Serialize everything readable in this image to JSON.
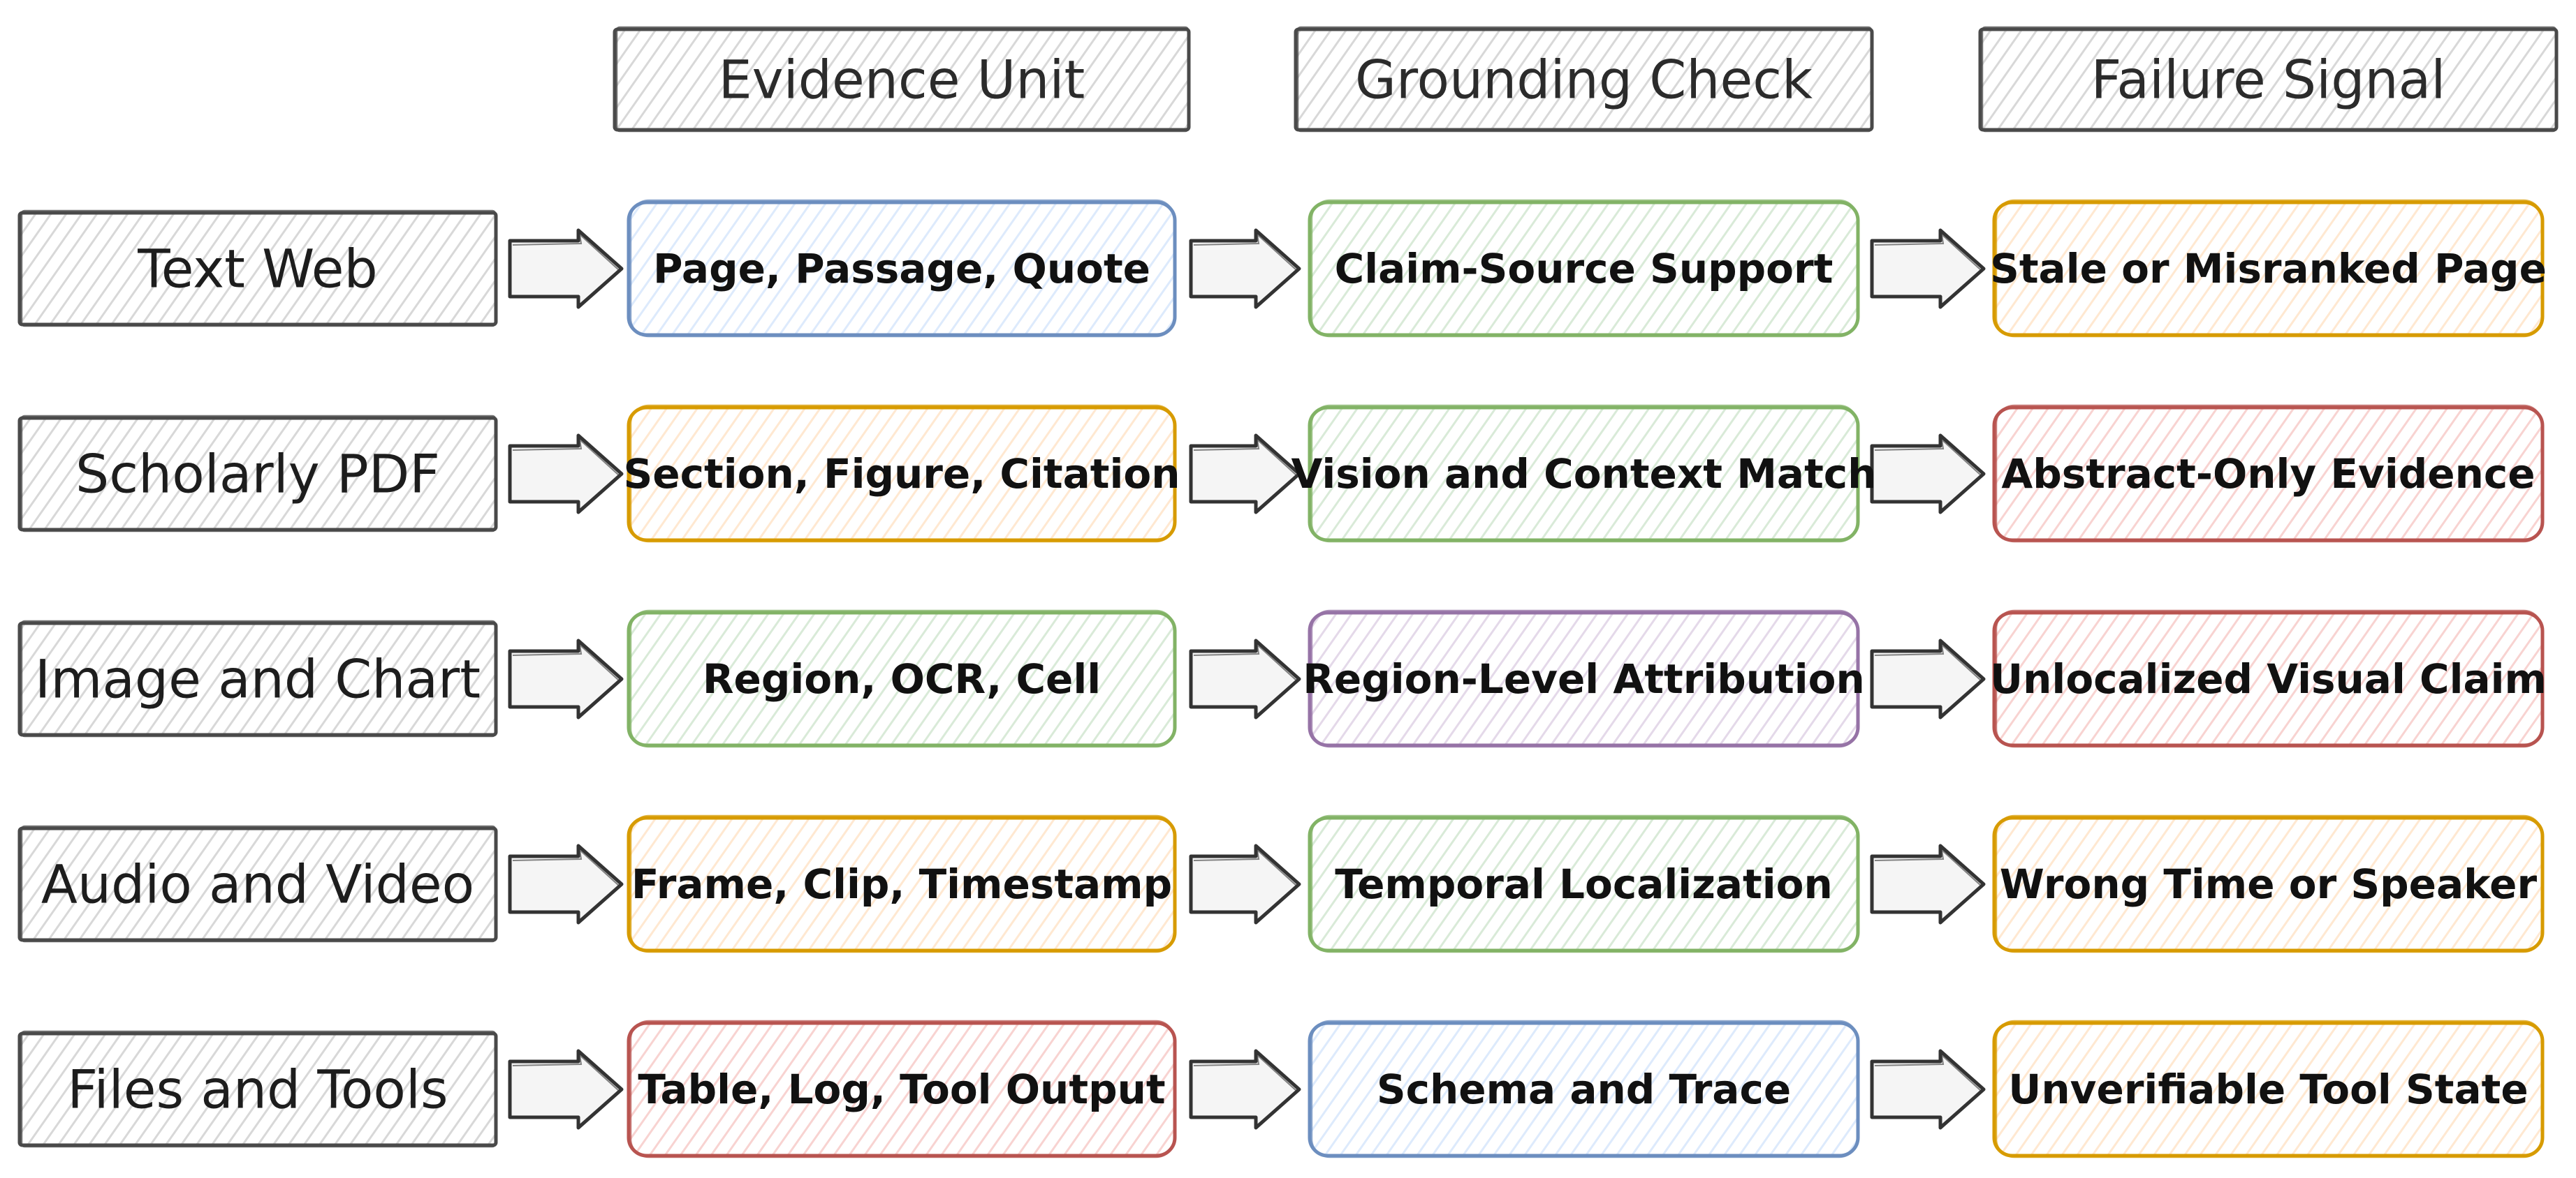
{
  "headers": [
    "Evidence Unit",
    "Grounding Check",
    "Failure Signal"
  ],
  "rows": [
    {
      "source": "Text Web",
      "evidence": {
        "label": "Page, Passage, Quote",
        "color": "#6c8ebf",
        "fill": "#dae8fc"
      },
      "check": {
        "label": "Claim-Source Support",
        "color": "#82b366",
        "fill": "#d5e8d4"
      },
      "failure": {
        "label": "Stale or Misranked Page",
        "color": "#d79b00",
        "fill": "#ffe6cc"
      }
    },
    {
      "source": "Scholarly PDF",
      "evidence": {
        "label": "Section, Figure, Citation",
        "color": "#d79b00",
        "fill": "#ffe6cc"
      },
      "check": {
        "label": "Vision and Context Match",
        "color": "#82b366",
        "fill": "#d5e8d4"
      },
      "failure": {
        "label": "Abstract-Only Evidence",
        "color": "#b85450",
        "fill": "#f8cecc"
      }
    },
    {
      "source": "Image and Chart",
      "evidence": {
        "label": "Region, OCR, Cell",
        "color": "#82b366",
        "fill": "#d5e8d4"
      },
      "check": {
        "label": "Region-Level Attribution",
        "color": "#9673a6",
        "fill": "#e1d5e7"
      },
      "failure": {
        "label": "Unlocalized Visual Claim",
        "color": "#b85450",
        "fill": "#f8cecc"
      }
    },
    {
      "source": "Audio and Video",
      "evidence": {
        "label": "Frame, Clip, Timestamp",
        "color": "#d79b00",
        "fill": "#ffe6cc"
      },
      "check": {
        "label": "Temporal Localization",
        "color": "#82b366",
        "fill": "#d5e8d4"
      },
      "failure": {
        "label": "Wrong Time or Speaker",
        "color": "#d79b00",
        "fill": "#ffe6cc"
      }
    },
    {
      "source": "Files and Tools",
      "evidence": {
        "label": "Table, Log, Tool Output",
        "color": "#b85450",
        "fill": "#f8cecc"
      },
      "check": {
        "label": "Schema and Trace",
        "color": "#6c8ebf",
        "fill": "#dae8fc"
      },
      "failure": {
        "label": "Unverifiable Tool State",
        "color": "#d79b00",
        "fill": "#ffe6cc"
      }
    }
  ],
  "colors": {
    "neutral_stroke": "#4a4a4a",
    "neutral_fill": "#f0f0f0",
    "arrow_stroke": "#333333",
    "arrow_fill": "#f5f5f5"
  }
}
